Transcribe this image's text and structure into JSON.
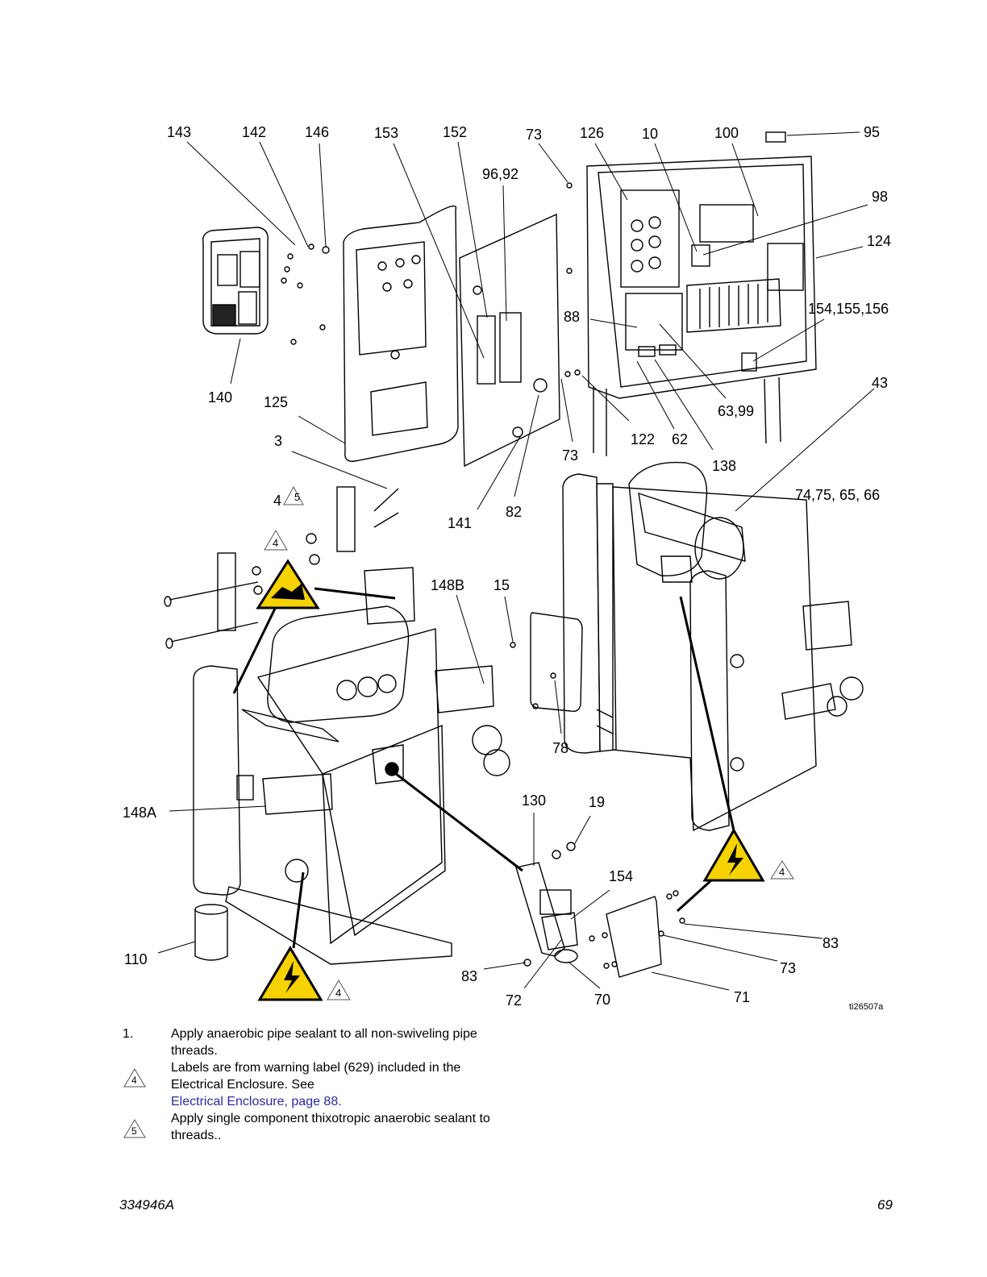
{
  "callouts": [
    {
      "id": "c143",
      "text": "143"
    },
    {
      "id": "c142",
      "text": "142"
    },
    {
      "id": "c146",
      "text": "146"
    },
    {
      "id": "c153",
      "text": "153"
    },
    {
      "id": "c152",
      "text": "152"
    },
    {
      "id": "c73a",
      "text": "73"
    },
    {
      "id": "c126",
      "text": "126"
    },
    {
      "id": "c10",
      "text": "10"
    },
    {
      "id": "c100",
      "text": "100"
    },
    {
      "id": "c95",
      "text": "95"
    },
    {
      "id": "c9692",
      "text": "96,92"
    },
    {
      "id": "c98",
      "text": "98"
    },
    {
      "id": "c124",
      "text": "124"
    },
    {
      "id": "c154b",
      "text": "154,155,156"
    },
    {
      "id": "c88",
      "text": "88"
    },
    {
      "id": "c140",
      "text": "140"
    },
    {
      "id": "c125",
      "text": "125"
    },
    {
      "id": "c43",
      "text": "43"
    },
    {
      "id": "c6399",
      "text": "63,99"
    },
    {
      "id": "c3",
      "text": "3"
    },
    {
      "id": "c122",
      "text": "122"
    },
    {
      "id": "c62",
      "text": "62"
    },
    {
      "id": "c73b",
      "text": "73"
    },
    {
      "id": "c138",
      "text": "138"
    },
    {
      "id": "c4a",
      "text": "4"
    },
    {
      "id": "c74",
      "text": "74,75, 65, 66"
    },
    {
      "id": "c141",
      "text": "141"
    },
    {
      "id": "c82",
      "text": "82"
    },
    {
      "id": "c148b",
      "text": "148B"
    },
    {
      "id": "c15",
      "text": "15"
    },
    {
      "id": "c78",
      "text": "78"
    },
    {
      "id": "c130",
      "text": "130"
    },
    {
      "id": "c19",
      "text": "19"
    },
    {
      "id": "c148a",
      "text": "148A"
    },
    {
      "id": "c154",
      "text": "154"
    },
    {
      "id": "c83a",
      "text": "83"
    },
    {
      "id": "c73c",
      "text": "73"
    },
    {
      "id": "c110",
      "text": "110"
    },
    {
      "id": "c83b",
      "text": "83"
    },
    {
      "id": "c72",
      "text": "72"
    },
    {
      "id": "c70",
      "text": "70"
    },
    {
      "id": "c71",
      "text": "71"
    }
  ],
  "figure_id": "ti26507a",
  "warning_marks": {
    "four": "4",
    "five": "5"
  },
  "notes": [
    {
      "marker": "1.",
      "text": "Apply anaerobic pipe sealant to all non-swiveling pipe threads."
    },
    {
      "marker_triangle": "4",
      "text": "Labels are from warning label (629) included in the Electrical Enclosure.  See",
      "link": "Electrical Enclosure, page 88."
    },
    {
      "marker_triangle": "5",
      "text": "Apply single component thixotropic anaerobic sealant to threads.."
    }
  ],
  "footer": {
    "doc_number": "334946A",
    "page_number": "69"
  },
  "colors": {
    "warning_yellow": "#f5d200",
    "link_blue": "#2a2aa8",
    "line": "#000000"
  }
}
